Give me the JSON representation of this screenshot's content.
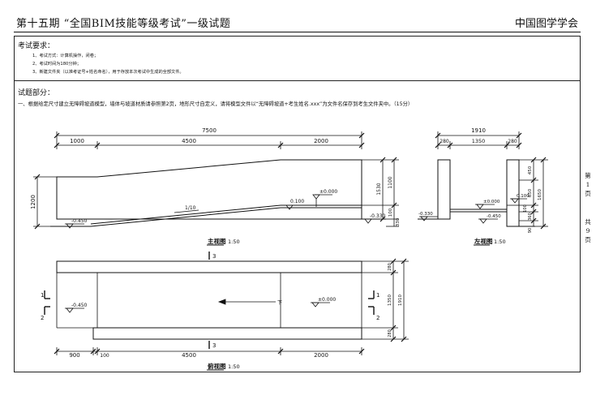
{
  "header": {
    "title": "第十五期 “全国BIM技能等级考试”一级试题",
    "org": "中国图学学会"
  },
  "requirements": {
    "title": "考试要求：",
    "items": [
      "1、考试方式：计算机操作，闭卷；",
      "2、考试时间为180分钟；",
      "3、新建文件夹（以准考证号+姓名命名），用于存放本次考试中生成的全部文件。"
    ]
  },
  "question": {
    "title": "试题部分：",
    "text": "一、根据给定尺寸建立无障碍坡道模型，墙体与坡道材质请参照第2页，地形尺寸自定义，请将模型文件以“无障碍坡道+考生姓名.xxx”为文件名保存到考生文件夹中。（15分）"
  },
  "side": {
    "page": [
      "第",
      "1",
      "页"
    ],
    "total": [
      "共",
      "9",
      "页"
    ]
  },
  "drawing": {
    "front": {
      "dim_total": "7500",
      "dim_segments": [
        "1000",
        "4500",
        "2000"
      ],
      "dim_height": "1200",
      "dim_right": [
        "1100",
        "1530",
        "100",
        "330"
      ],
      "slope": "1/10",
      "elev_left": "-0.450",
      "elev_top": "±0.000",
      "elev_mid": "0.100",
      "elev_right": "-0.330",
      "caption": "主视图",
      "scale": "1:50"
    },
    "left": {
      "dim_total": "1910",
      "dim_segments": [
        "280",
        "1350",
        "280"
      ],
      "dim_right": [
        "450",
        "650",
        "1650",
        "100",
        "360",
        "90"
      ],
      "elev_top": "±0.000",
      "elev_mid": "0.100",
      "elev_low": "-0.450",
      "elev_left": "-0.330",
      "caption": "左视图",
      "scale": "1:50"
    },
    "plan": {
      "section_marks": [
        "1",
        "2",
        "3"
      ],
      "dim_segments": [
        "900",
        "100",
        "4500",
        "2000"
      ],
      "dim_right": [
        "280",
        "1350",
        "1910",
        "280"
      ],
      "elev_left": "-0.450",
      "elev_mid": "±0.000",
      "slope_mark": "下",
      "caption": "俯视图",
      "scale": "1:50"
    }
  }
}
